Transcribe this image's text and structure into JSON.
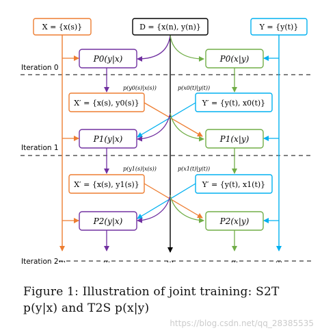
{
  "colors": {
    "orange": "#ED7D31",
    "purple": "#7030A0",
    "green": "#70AD47",
    "blue": "#00B0F0",
    "black": "#000000",
    "dash": "#000000"
  },
  "sources": {
    "x": "X = {x(s)}",
    "d": "D = {x(n), y(n)}",
    "y": "Y = {y(t)}"
  },
  "iterations": [
    "Iteration 0",
    "Iteration 1",
    "Iteration 2···"
  ],
  "models": {
    "s2t": [
      "P0(y|x)",
      "P1(y|x)",
      "P2(y|x)"
    ],
    "t2s": [
      "P0(x|y)",
      "P1(x|y)",
      "P2(x|y)"
    ]
  },
  "pseudo": {
    "x_prime": [
      "X′ = {x(s), y0(s)}",
      "X′ = {x(s), y1(s)}"
    ],
    "y_prime": [
      "Y′ = {y(t), x0(t)}",
      "Y′ = {y(t), x1(t)}"
    ]
  },
  "weights": {
    "left": [
      "p(y0(s)|x(s))",
      "p(y1(s)|x(s))"
    ],
    "right": [
      "p(x0(t)|y(t))",
      "p(x1(t)|y(t))"
    ]
  },
  "ellipsis": "···",
  "caption": {
    "line1": "Figure 1: Illustration of joint training: S2T",
    "line2": "p(y|x) and T2S p(x|y)"
  },
  "watermark": "https://blog.csdn.net/qq_28385535"
}
